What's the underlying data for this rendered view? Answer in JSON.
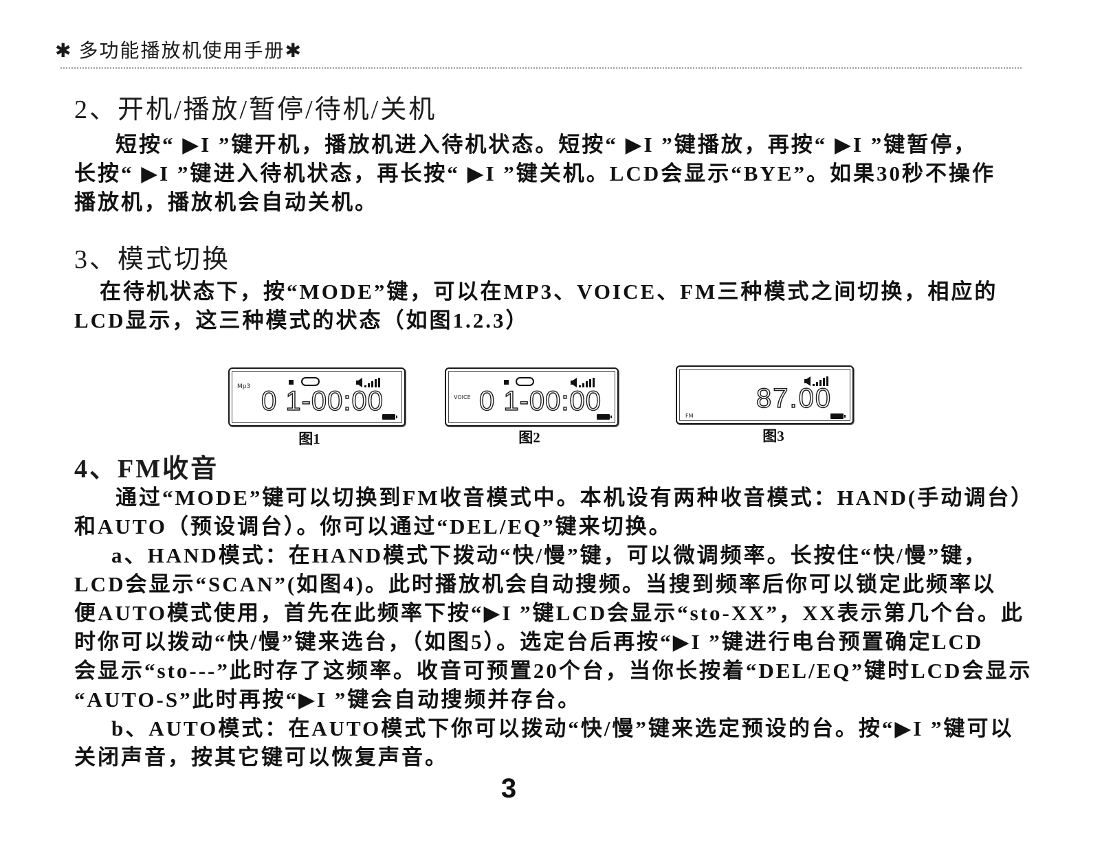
{
  "header": {
    "title": "✱ 多功能播放机使用手册✱"
  },
  "sections": [
    {
      "heading": "2、开机/播放/暂停/待机/关机",
      "paragraphs": [
        {
          "lines": [
            "短按“ ▶I ”键开机，播放机进入待机状态。短按“ ▶I ”键播放，再按“ ▶I ”键暂停，",
            "长按“ ▶I ”键进入待机状态，再长按“ ▶I ”键关机。LCD会显示“BYE”。如果30秒不操作",
            "播放机，播放机会自动关机。"
          ]
        }
      ]
    },
    {
      "heading": "3、模式切换",
      "paragraphs": [
        {
          "lines": [
            "在待机状态下，按“MODE”键，可以在MP3、VOICE、FM三种模式之间切换，相应的",
            "LCD显示，这三种模式的状态（如图1.2.3）"
          ]
        }
      ]
    },
    {
      "heading": "4、FM收音",
      "paragraphs": [
        {
          "lines": [
            "通过“MODE”键可以切换到FM收音模式中。本机设有两种收音模式：HAND(手动调台）",
            "和AUTO（预设调台）。你可以通过“DEL/EQ”键来切换。"
          ]
        },
        {
          "lines": [
            "a、HAND模式：在HAND模式下拨动“快/慢”键，可以微调频率。长按住“快/慢”键，",
            "LCD会显示“SCAN”(如图4)。此时播放机会自动搜频。当搜到频率后你可以锁定此频率以",
            "便AUTO模式使用，首先在此频率下按“▶I ”键LCD会显示“sto-XX”，XX表示第几个台。此",
            "时你可以拨动“快/慢”键来选台，（如图5）。选定台后再按“▶I ”键进行电台预置确定LCD",
            "会显示“sto---”此时存了这频率。收音可预置20个台，当你长按着“DEL/EQ”键时LCD会显示",
            "“AUTO-S”此时再按“▶I ”键会自动搜频并存台。"
          ]
        },
        {
          "lines": [
            "b、AUTO模式：在AUTO模式下你可以拨动“快/慢”键来选定预设的台。按“▶I ”键可以",
            "关闭声音，按其它键可以恢复声音。"
          ]
        }
      ]
    }
  ],
  "figures": [
    {
      "caption": "图1",
      "mode_label": "Mp3",
      "display": "0 1-00:00",
      "icons": [
        "stop-indicator-icon",
        "repeat-icon",
        "speaker-icon",
        "volume-bars-icon",
        "battery-icon"
      ]
    },
    {
      "caption": "图2",
      "mode_label": "VOICE",
      "display": "0 1-00:00",
      "icons": [
        "stop-indicator-icon",
        "repeat-icon",
        "speaker-icon",
        "volume-bars-icon",
        "battery-icon"
      ]
    },
    {
      "caption": "图3",
      "mode_label": "FM",
      "display": "87.00",
      "icons": [
        "speaker-icon",
        "volume-bars-icon",
        "battery-icon"
      ]
    }
  ],
  "footer": {
    "page_number": "3"
  },
  "colors": {
    "text": "#111111",
    "dotted_rule": "#9a9a9a",
    "lcd_ink": "#1b1b1b",
    "page_background": "#ffffff"
  }
}
